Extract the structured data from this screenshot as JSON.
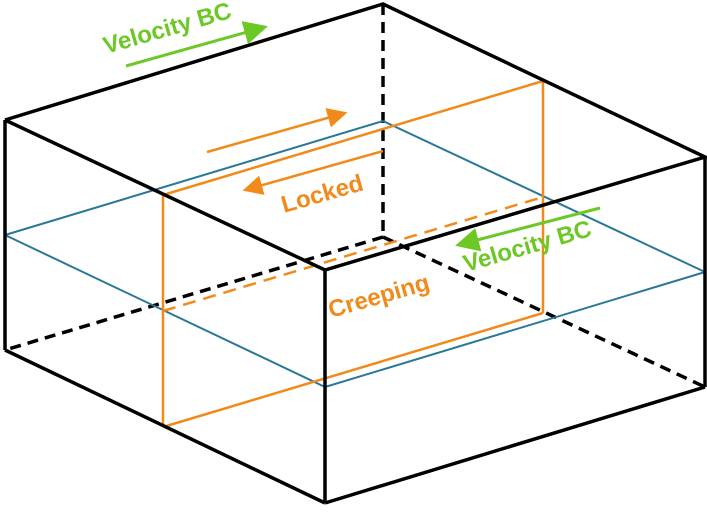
{
  "labels": {
    "velocity_top": "Velocity BC",
    "velocity_right": "Velocity BC",
    "locked": "Locked",
    "creeping": "Creeping"
  },
  "colors": {
    "edge": "#000000",
    "fault_plane": "#f28a1b",
    "mid_plane": "#2a7898",
    "velocity": "#6cc825"
  }
}
